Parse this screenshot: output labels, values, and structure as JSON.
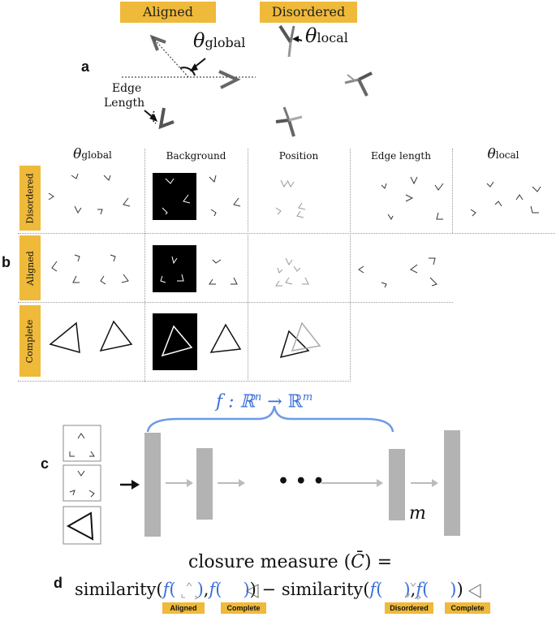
{
  "panel_a": {
    "letter": "a",
    "aligned_tag": "Aligned",
    "disordered_tag": "Disordered",
    "theta_global": "θ",
    "theta_global_sub": "global",
    "theta_local": "θ",
    "theta_local_sub": "local",
    "edge_length_line1": "Edge",
    "edge_length_line2": "Length"
  },
  "panel_b": {
    "letter": "b",
    "columns": [
      {
        "label": "θ",
        "sub": "global"
      },
      {
        "label": "Background",
        "sub": ""
      },
      {
        "label": "Position",
        "sub": ""
      },
      {
        "label": "Edge length",
        "sub": ""
      },
      {
        "label": "θ",
        "sub": "local"
      }
    ],
    "rows": [
      "Disordered",
      "Aligned",
      "Complete"
    ]
  },
  "panel_c": {
    "letter": "c",
    "mapping": "f : ℝ",
    "mapping_n": "n",
    "mapping_arrow": " → ℝ",
    "mapping_m": "m",
    "ellipsis": "• • •",
    "output_dim": "m"
  },
  "panel_d": {
    "letter": "d",
    "line1": "closure measure (",
    "c_bar": "C̄",
    "line1_end": ") =",
    "similarity": "similarity(",
    "f": "f",
    "comma": ",",
    "close": ")",
    "minus": " − ",
    "tags": [
      "Aligned",
      "Complete",
      "Disordered",
      "Complete"
    ]
  },
  "colors": {
    "tag": "#efb93a",
    "blue": "#3a6fd8",
    "bar": "#b3b3b3"
  }
}
